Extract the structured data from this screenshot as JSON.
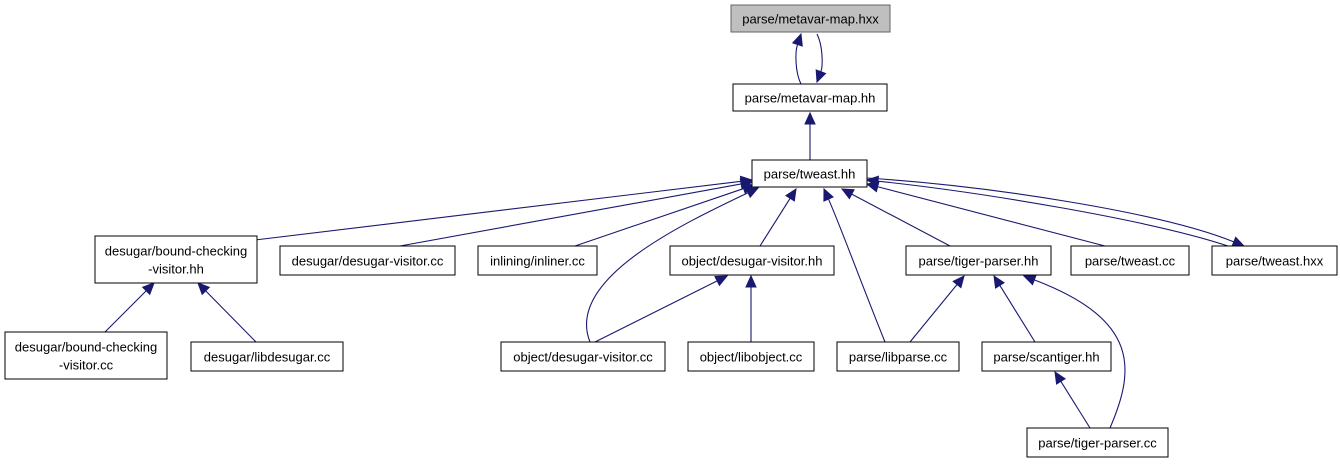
{
  "graph": {
    "nodes": [
      {
        "id": "metavar_map_hxx",
        "lines": [
          "parse/metavar-map.hxx"
        ],
        "highlight": true
      },
      {
        "id": "metavar_map_hh",
        "lines": [
          "parse/metavar-map.hh"
        ]
      },
      {
        "id": "tweast_hh",
        "lines": [
          "parse/tweast.hh"
        ]
      },
      {
        "id": "bound_checking_visitor_hh",
        "lines": [
          "desugar/bound-checking",
          "-visitor.hh"
        ]
      },
      {
        "id": "desugar_visitor_cc",
        "lines": [
          "desugar/desugar-visitor.cc"
        ]
      },
      {
        "id": "inliner_cc",
        "lines": [
          "inlining/inliner.cc"
        ]
      },
      {
        "id": "object_desugar_visitor_hh",
        "lines": [
          "object/desugar-visitor.hh"
        ]
      },
      {
        "id": "tiger_parser_hh",
        "lines": [
          "parse/tiger-parser.hh"
        ]
      },
      {
        "id": "tweast_cc",
        "lines": [
          "parse/tweast.cc"
        ]
      },
      {
        "id": "tweast_hxx",
        "lines": [
          "parse/tweast.hxx"
        ]
      },
      {
        "id": "bound_checking_visitor_cc",
        "lines": [
          "desugar/bound-checking",
          "-visitor.cc"
        ]
      },
      {
        "id": "libdesugar_cc",
        "lines": [
          "desugar/libdesugar.cc"
        ]
      },
      {
        "id": "object_desugar_visitor_cc",
        "lines": [
          "object/desugar-visitor.cc"
        ]
      },
      {
        "id": "libobject_cc",
        "lines": [
          "object/libobject.cc"
        ]
      },
      {
        "id": "libparse_cc",
        "lines": [
          "parse/libparse.cc"
        ]
      },
      {
        "id": "scantiger_hh",
        "lines": [
          "parse/scantiger.hh"
        ]
      },
      {
        "id": "tiger_parser_cc",
        "lines": [
          "parse/tiger-parser.cc"
        ]
      }
    ],
    "edges": [
      {
        "from": "metavar_map_hh",
        "to": "metavar_map_hxx"
      },
      {
        "from": "metavar_map_hxx",
        "to": "metavar_map_hh"
      },
      {
        "from": "tweast_hh",
        "to": "metavar_map_hh"
      },
      {
        "from": "bound_checking_visitor_hh",
        "to": "tweast_hh"
      },
      {
        "from": "desugar_visitor_cc",
        "to": "tweast_hh"
      },
      {
        "from": "inliner_cc",
        "to": "tweast_hh"
      },
      {
        "from": "object_desugar_visitor_hh",
        "to": "tweast_hh"
      },
      {
        "from": "object_desugar_visitor_cc",
        "to": "tweast_hh"
      },
      {
        "from": "libparse_cc",
        "to": "tweast_hh"
      },
      {
        "from": "tiger_parser_hh",
        "to": "tweast_hh"
      },
      {
        "from": "tweast_cc",
        "to": "tweast_hh"
      },
      {
        "from": "tweast_hxx",
        "to": "tweast_hh"
      },
      {
        "from": "tweast_hh",
        "to": "tweast_hxx"
      },
      {
        "from": "bound_checking_visitor_cc",
        "to": "bound_checking_visitor_hh"
      },
      {
        "from": "libdesugar_cc",
        "to": "bound_checking_visitor_hh"
      },
      {
        "from": "object_desugar_visitor_cc",
        "to": "object_desugar_visitor_hh"
      },
      {
        "from": "libobject_cc",
        "to": "object_desugar_visitor_hh"
      },
      {
        "from": "libparse_cc",
        "to": "tiger_parser_hh"
      },
      {
        "from": "scantiger_hh",
        "to": "tiger_parser_hh"
      },
      {
        "from": "tiger_parser_cc",
        "to": "tiger_parser_hh"
      },
      {
        "from": "tiger_parser_cc",
        "to": "scantiger_hh"
      }
    ]
  }
}
